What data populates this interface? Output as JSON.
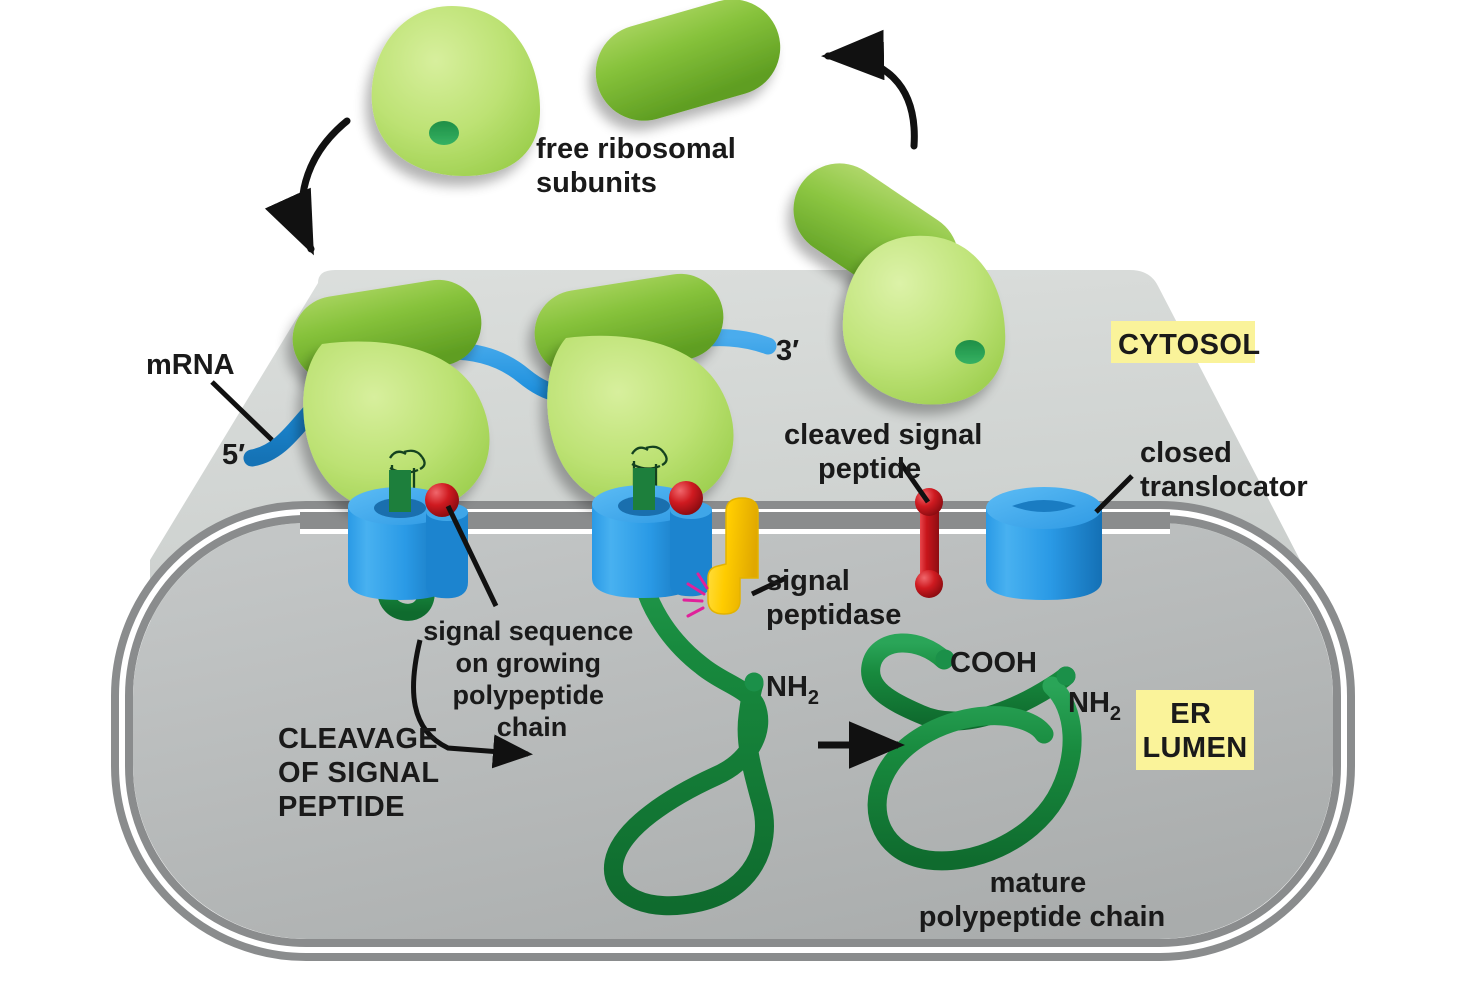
{
  "figure": {
    "title": "Cleavage of signal peptide during co-translational translocation into the ER",
    "type": "biological-process-diagram"
  },
  "compartments": {
    "cytosol_label": "CYTOSOL",
    "er_lumen_label_line1": "ER",
    "er_lumen_label_line2": "LUMEN",
    "highlight_color": "#faf39a"
  },
  "labels": {
    "free_ribosomal_subunits_line1": "free ribosomal",
    "free_ribosomal_subunits_line2": "subunits",
    "mrna": "mRNA",
    "five_prime": "5′",
    "three_prime": "3′",
    "cleaved_signal_peptide_line1": "cleaved signal",
    "cleaved_signal_peptide_line2": "peptide",
    "closed_translocator_line1": "closed",
    "closed_translocator_line2": "translocator",
    "signal_peptidase_line1": "signal",
    "signal_peptidase_line2": "peptidase",
    "signal_sequence_line1": "signal sequence",
    "signal_sequence_line2": "on growing",
    "signal_sequence_line3": "polypeptide",
    "signal_sequence_line4": "chain",
    "cleavage_line1": "CLEAVAGE",
    "cleavage_line2": "OF SIGNAL",
    "cleavage_line3": "PEPTIDE",
    "nh2_main": "NH",
    "nh2_sub": "2",
    "cooh": "COOH",
    "mature_chain_line1": "mature",
    "mature_chain_line2": "polypeptide chain"
  },
  "colors": {
    "ribosome_small_subunit": "#b5dd6b",
    "ribosome_large_subunit": "#7cbb34",
    "ribosome_hole": "#2e9e52",
    "mrna_strand": "#1e90dd",
    "translocator_blue": "#1e90dd",
    "translocator_blue_dark": "#1878c0",
    "signal_sequence_red": "#c8151b",
    "signal_peptidase_yellow": "#ffcc00",
    "polypeptide_green": "#188a3e",
    "er_membrane_gray": "#8a8c8d",
    "er_lumen_fill": "#b8babb",
    "cytosol_fill": "#d2d5d3",
    "cleavage_burst_magenta": "#e0219a",
    "text_black": "#1a1a1a"
  },
  "elements": {
    "free_small_subunit": "ribosome-small-subunit-free",
    "free_large_subunit": "ribosome-large-subunit-free",
    "recycling_small_subunit": "ribosome-small-subunit-recycling",
    "recycling_large_subunit": "ribosome-large-subunit-recycling",
    "bound_ribosome_1": "ribosome-bound-first",
    "bound_ribosome_2": "ribosome-bound-second",
    "open_translocator_1": "translocator-open-first",
    "open_translocator_2": "translocator-open-second",
    "closed_translocator": "translocator-closed",
    "signal_peptidase": "signal-peptidase",
    "cleaved_peptide": "cleaved-signal-peptide",
    "nascent_chain": "nascent-polypeptide-chain",
    "mature_chain": "mature-polypeptide-chain",
    "recycle_arrow_left": "arrow-subunit-recycle-down",
    "recycle_arrow_right": "arrow-subunit-release-up",
    "maturation_arrow": "arrow-maturation",
    "cleavage_callout_arrow": "arrow-cleavage-callout"
  }
}
